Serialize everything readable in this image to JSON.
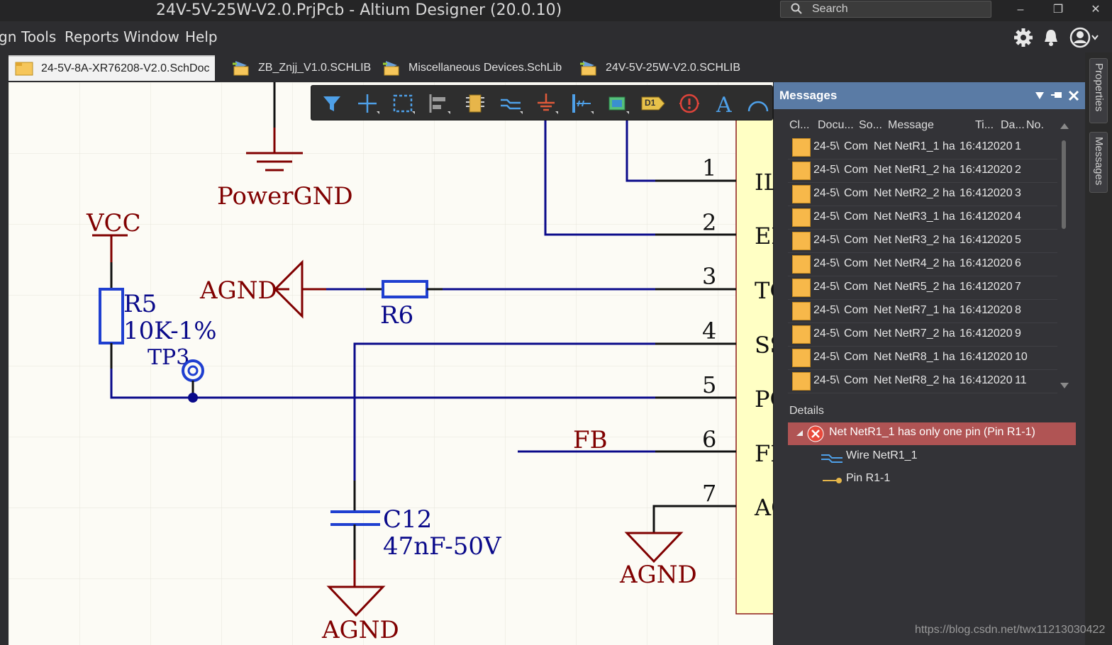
{
  "window": {
    "title": "24V-5V-25W-V2.0.PrjPcb - Altium Designer (20.0.10)",
    "search_placeholder": "Search",
    "minimize": "–",
    "restore": "❐",
    "close": "✕"
  },
  "menu": {
    "items": [
      "gn",
      "Tools",
      "Reports",
      "Window",
      "Help"
    ]
  },
  "tabs": [
    {
      "label": "24-5V-8A-XR76208-V2.0.SchDoc",
      "active": true
    },
    {
      "label": "ZB_Znjj_V1.0.SCHLIB"
    },
    {
      "label": "Miscellaneous Devices.SchLib"
    },
    {
      "label": "24V-5V-25W-V2.0.SCHLIB"
    }
  ],
  "toolbar": {
    "icons": [
      "filter-icon",
      "move-icon",
      "select-icon",
      "align-icon",
      "part-icon",
      "wire-icon",
      "power-port-icon",
      "bus-icon",
      "harness-icon",
      "port-icon",
      "directive-icon",
      "text-icon",
      "arc-icon"
    ],
    "port_label": "D1"
  },
  "schematic": {
    "power_gnd": "PowerGND",
    "vcc": "VCC",
    "agnd": "AGND",
    "r5": "R5",
    "r5_value": "10K-1%",
    "tp3": "TP3",
    "r6": "R6",
    "fb": "FB",
    "c12": "C12",
    "c12_value": "47nF-50V",
    "pins": [
      "1",
      "2",
      "3",
      "4",
      "5",
      "6",
      "7"
    ],
    "ic_labels": [
      "IL",
      "EN",
      "TC",
      "SS",
      "PG",
      "FB",
      "AG"
    ]
  },
  "messages": {
    "title": "Messages",
    "columns": [
      "Cl...",
      "Docu...",
      "So...",
      "Message",
      "Ti...",
      "Da...",
      "No."
    ],
    "rows": [
      {
        "doc": "24-5\\",
        "src": "Com",
        "msg": "Net NetR1_1 ha",
        "time": "16:41",
        "date": "2020",
        "no": "1"
      },
      {
        "doc": "24-5\\",
        "src": "Com",
        "msg": "Net NetR1_2 ha",
        "time": "16:41",
        "date": "2020",
        "no": "2"
      },
      {
        "doc": "24-5\\",
        "src": "Com",
        "msg": "Net NetR2_2 ha",
        "time": "16:41",
        "date": "2020",
        "no": "3"
      },
      {
        "doc": "24-5\\",
        "src": "Com",
        "msg": "Net NetR3_1 ha",
        "time": "16:41",
        "date": "2020",
        "no": "4"
      },
      {
        "doc": "24-5\\",
        "src": "Com",
        "msg": "Net NetR3_2 ha",
        "time": "16:41",
        "date": "2020",
        "no": "5"
      },
      {
        "doc": "24-5\\",
        "src": "Com",
        "msg": "Net NetR4_2 ha",
        "time": "16:41",
        "date": "2020",
        "no": "6"
      },
      {
        "doc": "24-5\\",
        "src": "Com",
        "msg": "Net NetR5_2 ha",
        "time": "16:41",
        "date": "2020",
        "no": "7"
      },
      {
        "doc": "24-5\\",
        "src": "Com",
        "msg": "Net NetR7_1 ha",
        "time": "16:41",
        "date": "2020",
        "no": "8"
      },
      {
        "doc": "24-5\\",
        "src": "Com",
        "msg": "Net NetR7_2 ha",
        "time": "16:41",
        "date": "2020",
        "no": "9"
      },
      {
        "doc": "24-5\\",
        "src": "Com",
        "msg": "Net NetR8_1 ha",
        "time": "16:41",
        "date": "2020",
        "no": "10"
      },
      {
        "doc": "24-5\\",
        "src": "Com",
        "msg": "Net NetR8_2 ha",
        "time": "16:41",
        "date": "2020",
        "no": "11"
      }
    ],
    "details_title": "Details",
    "detail_error": "Net NetR1_1 has only one pin (Pin R1-1)",
    "detail_wire": "Wire NetR1_1",
    "detail_pin": "Pin R1-1"
  },
  "side_panels": [
    "Properties",
    "Messages"
  ],
  "watermark": "https://blog.csdn.net/twx11213030422",
  "colors": {
    "schematic_red": "#800000",
    "schematic_blue": "#0a0a8a",
    "panel_header": "#5a7ba5",
    "error_row": "#b05454",
    "message_class": "#f7b84a"
  }
}
